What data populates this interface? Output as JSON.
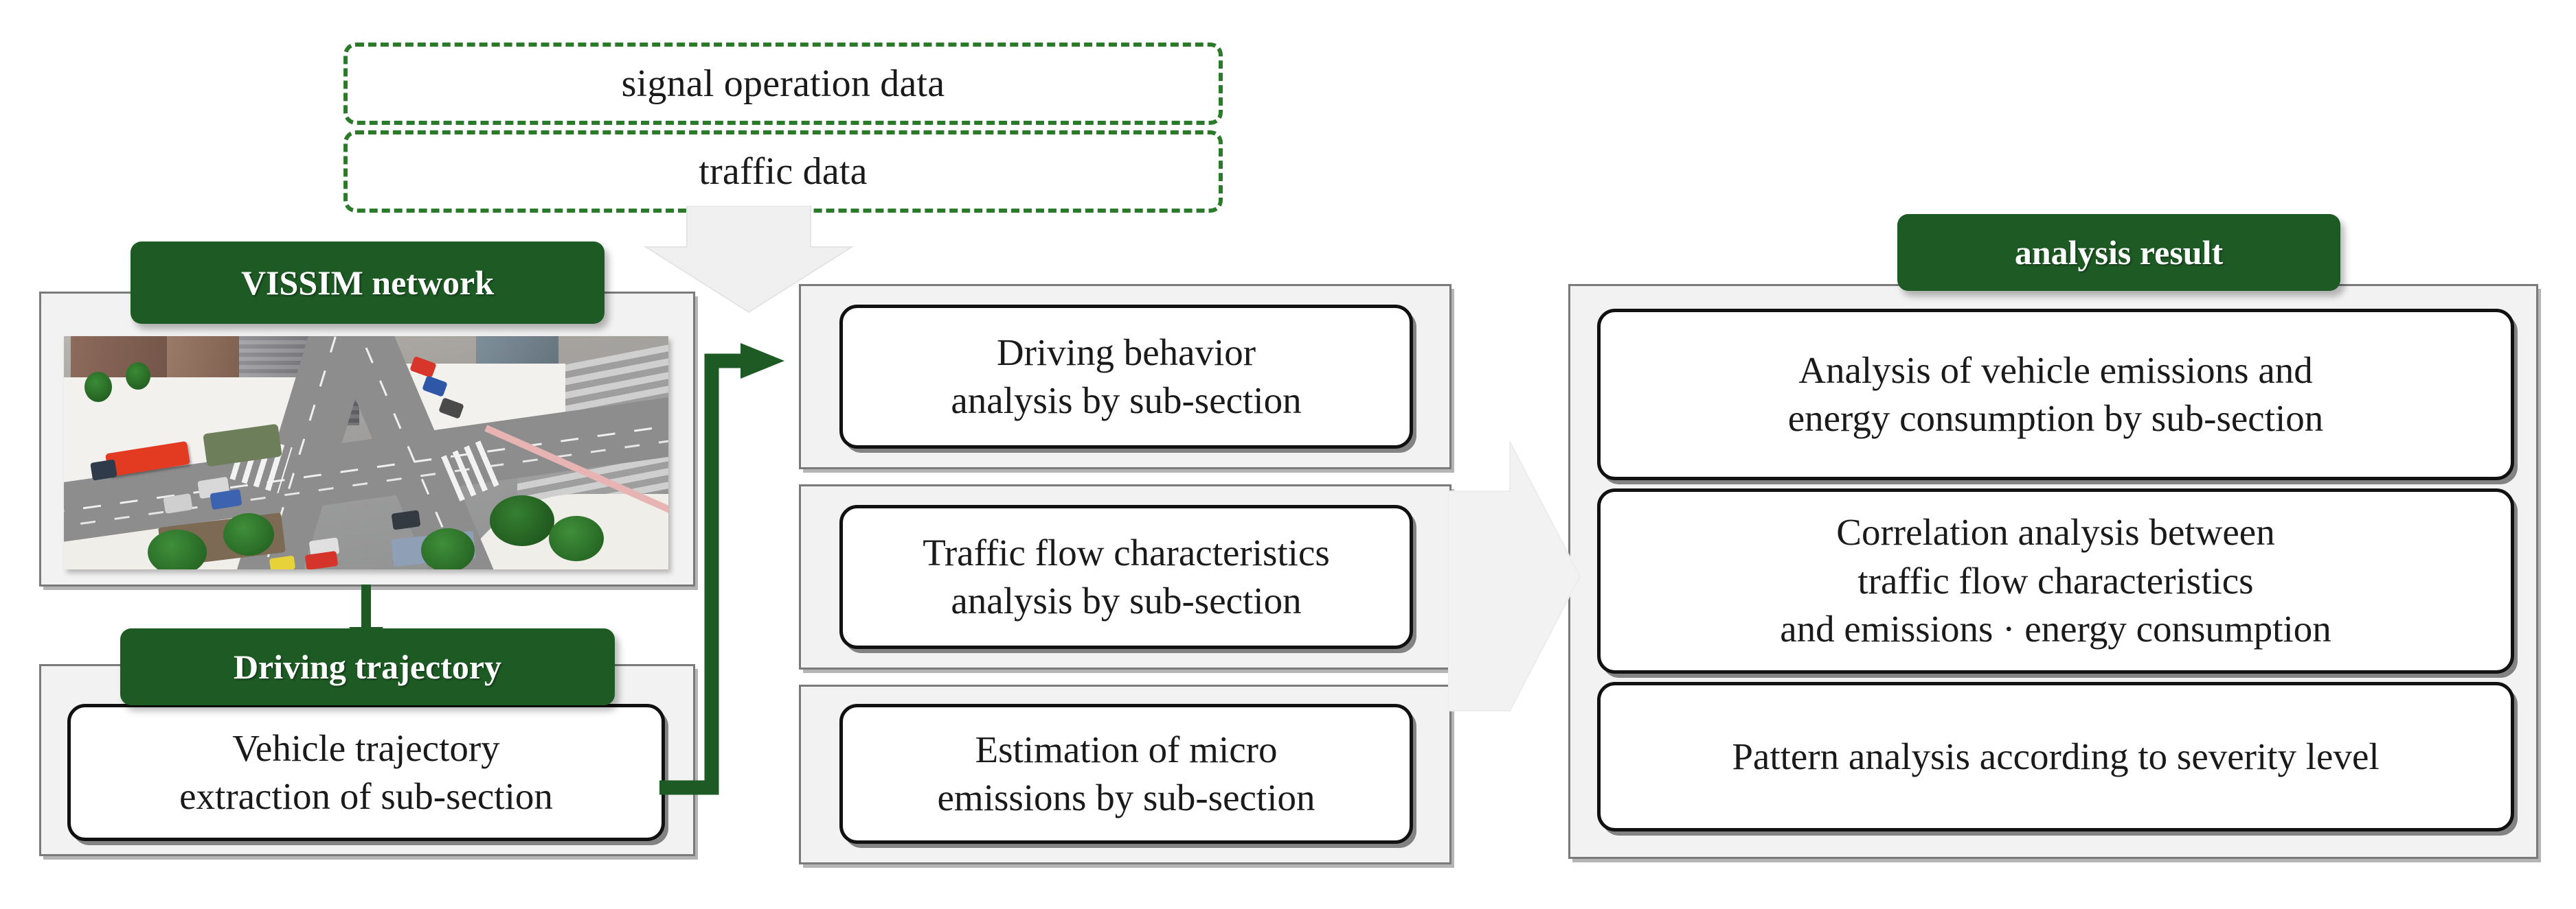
{
  "figure": {
    "title": "Research framework flowchart",
    "accent_green": "#1e5b24",
    "dashed_green": "#2a7a2a",
    "panel_gray": "#f2f2f2",
    "panel_border": "#7a7a7a"
  },
  "inputs": {
    "signal_operation_data": "signal operation data",
    "traffic_data": "traffic data"
  },
  "left_column": {
    "vissim_header": "VISSIM network",
    "vissim_image_alt": "aerial view of simulated signalized intersection",
    "trajectory_header": "Driving trajectory",
    "trajectory_box": {
      "line1": "Vehicle trajectory",
      "line2": "extraction of sub-section"
    }
  },
  "middle_column": {
    "boxes": [
      {
        "line1": "Driving behavior",
        "line2": "analysis by sub-section"
      },
      {
        "line1": "Traffic flow characteristics",
        "line2": "analysis by sub-section"
      },
      {
        "line1": "Estimation of micro",
        "line2": "emissions by sub-section"
      }
    ]
  },
  "right_column": {
    "header": "analysis result",
    "boxes": [
      {
        "line1": "Analysis of vehicle emissions and",
        "line2": "energy consumption by sub-section",
        "line3": ""
      },
      {
        "line1": "Correlation analysis between",
        "line2": "traffic flow characteristics",
        "line3": "and emissions · energy consumption"
      },
      {
        "line1": "Pattern analysis according to severity level",
        "line2": "",
        "line3": ""
      }
    ]
  },
  "connectors": {
    "input_to_network": "down-arrow-ghost",
    "network_to_trajectory": "down-arrow-green",
    "trajectory_to_analysis": "elbow-arrow-green",
    "analysis_to_result": "right-arrow-ghost"
  }
}
